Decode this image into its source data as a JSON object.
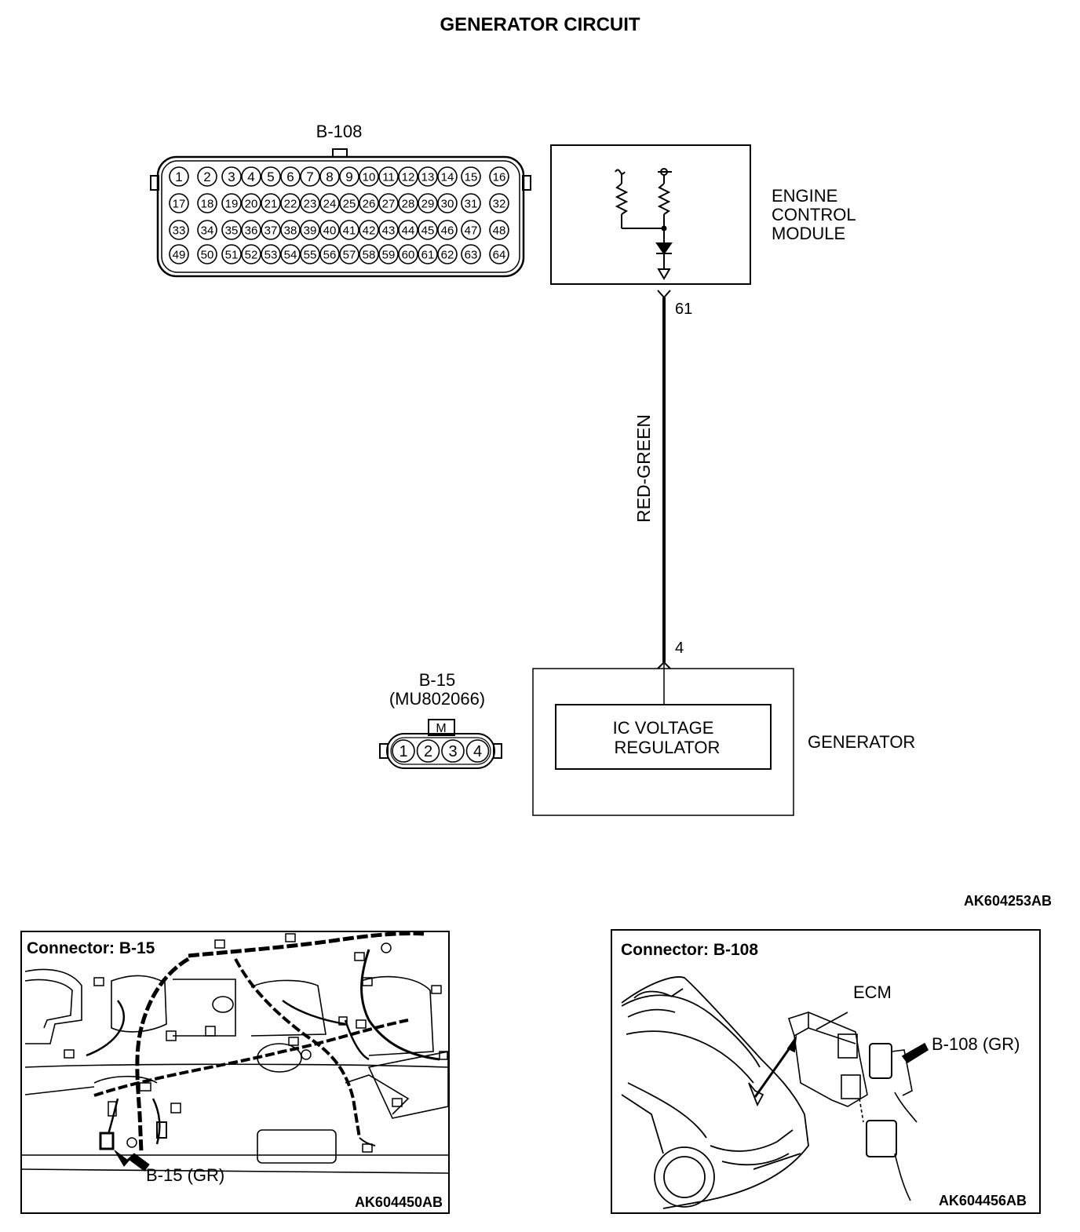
{
  "title": "GENERATOR CIRCUIT",
  "b108_connector": {
    "label": "B-108",
    "pins": [
      [
        "1",
        "2",
        "3",
        "4",
        "5",
        "6",
        "7",
        "8",
        "9",
        "10",
        "11",
        "12",
        "13",
        "14",
        "15",
        "16"
      ],
      [
        "17",
        "18",
        "19",
        "20",
        "21",
        "22",
        "23",
        "24",
        "25",
        "26",
        "27",
        "28",
        "29",
        "30",
        "31",
        "32"
      ],
      [
        "33",
        "34",
        "35",
        "36",
        "37",
        "38",
        "39",
        "40",
        "41",
        "42",
        "43",
        "44",
        "45",
        "46",
        "47",
        "48"
      ],
      [
        "49",
        "50",
        "51",
        "52",
        "53",
        "54",
        "55",
        "56",
        "57",
        "58",
        "59",
        "60",
        "61",
        "62",
        "63",
        "64"
      ]
    ]
  },
  "ecm": {
    "name_lines": [
      "ENGINE",
      "CONTROL",
      "MODULE"
    ],
    "terminal": "61"
  },
  "wire": {
    "color_label": "RED-GREEN"
  },
  "generator": {
    "name": "GENERATOR",
    "terminal": "4",
    "regulator_lines": [
      "IC VOLTAGE",
      "REGULATOR"
    ]
  },
  "b15_connector": {
    "label": "B-15",
    "part_number": "(MU802066)",
    "key_mark": "M",
    "pins": [
      "1",
      "2",
      "3",
      "4"
    ]
  },
  "diagram_code": "AK604253AB",
  "panel_b15": {
    "title": "Connector: B-15",
    "callout": "B-15 (GR)",
    "code": "AK604450AB"
  },
  "panel_b108": {
    "title": "Connector: B-108",
    "ecm_label": "ECM",
    "callout": "B-108 (GR)",
    "code": "AK604456AB"
  }
}
